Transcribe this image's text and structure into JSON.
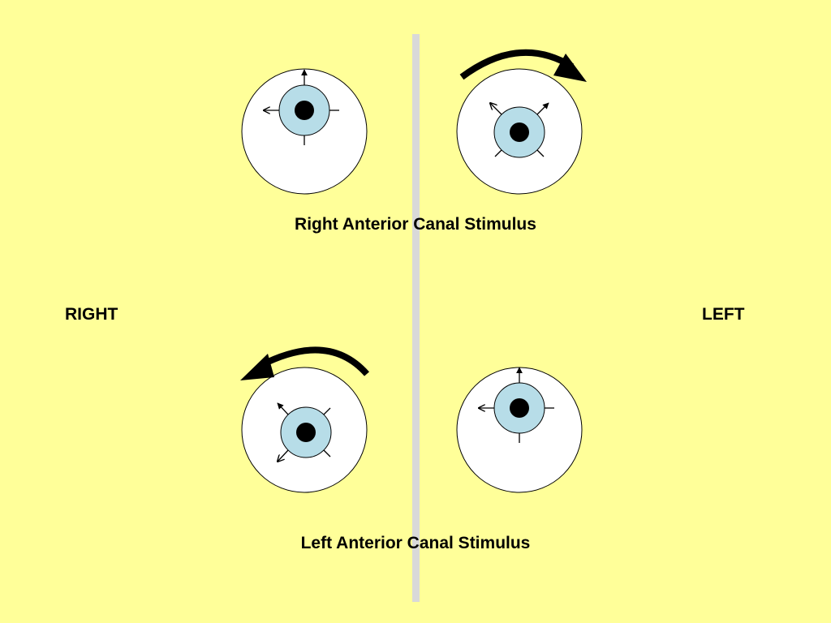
{
  "labels": {
    "top_caption": "Right Anterior Canal Stimulus",
    "bottom_caption": "Left Anterior Canal Stimulus",
    "side_right": "RIGHT",
    "side_left": "LEFT"
  },
  "colors": {
    "background": "#ffff99",
    "divider": "#d9d9d9",
    "sclera": "#ffffff",
    "iris": "#b7dde8",
    "pupil": "#000000",
    "arrow": "#000000"
  },
  "icons": {
    "rotation_arrows": [
      "clockwise-arrow-icon",
      "counterclockwise-arrow-icon"
    ],
    "eyes": [
      "eye-icon"
    ]
  }
}
